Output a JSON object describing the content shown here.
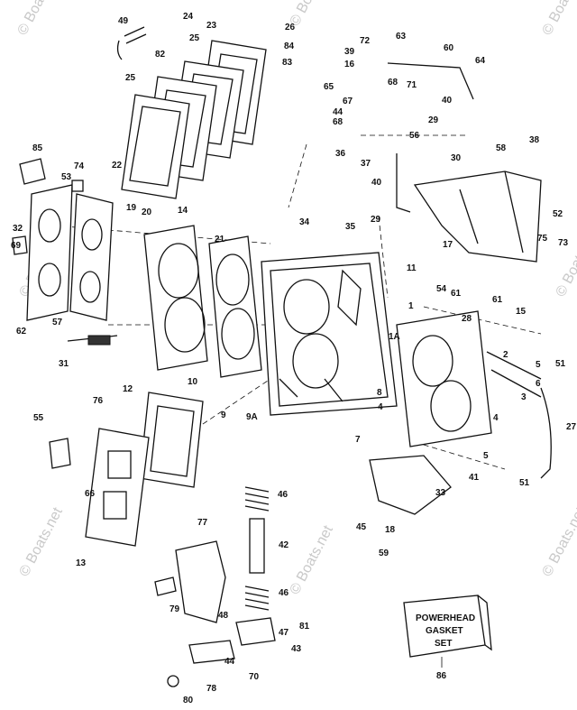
{
  "watermark": {
    "text": "© Boats.net",
    "color": "#c9c9c9"
  },
  "kit_box": {
    "lines": [
      "POWERHEAD",
      "GASKET",
      "SET"
    ],
    "callout": "86"
  },
  "callouts": [
    "49",
    "24",
    "23",
    "26",
    "84",
    "83",
    "25",
    "82",
    "25",
    "72",
    "63",
    "60",
    "64",
    "39",
    "16",
    "65",
    "68",
    "71",
    "40",
    "67",
    "44",
    "68",
    "29",
    "56",
    "85",
    "74",
    "53",
    "22",
    "32",
    "19",
    "20",
    "14",
    "21",
    "69",
    "57",
    "62",
    "31",
    "36",
    "30",
    "58",
    "38",
    "37",
    "40",
    "34",
    "35",
    "29",
    "52",
    "17",
    "11",
    "75",
    "73",
    "54",
    "61",
    "61",
    "28",
    "15",
    "1",
    "1A",
    "2",
    "5",
    "51",
    "3",
    "6",
    "10",
    "9",
    "9A",
    "8",
    "4",
    "7",
    "4",
    "27",
    "5",
    "41",
    "51",
    "33",
    "45",
    "18",
    "59",
    "12",
    "76",
    "55",
    "66",
    "13",
    "46",
    "42",
    "77",
    "79",
    "46",
    "48",
    "47",
    "81",
    "43",
    "44",
    "70",
    "78",
    "80"
  ]
}
